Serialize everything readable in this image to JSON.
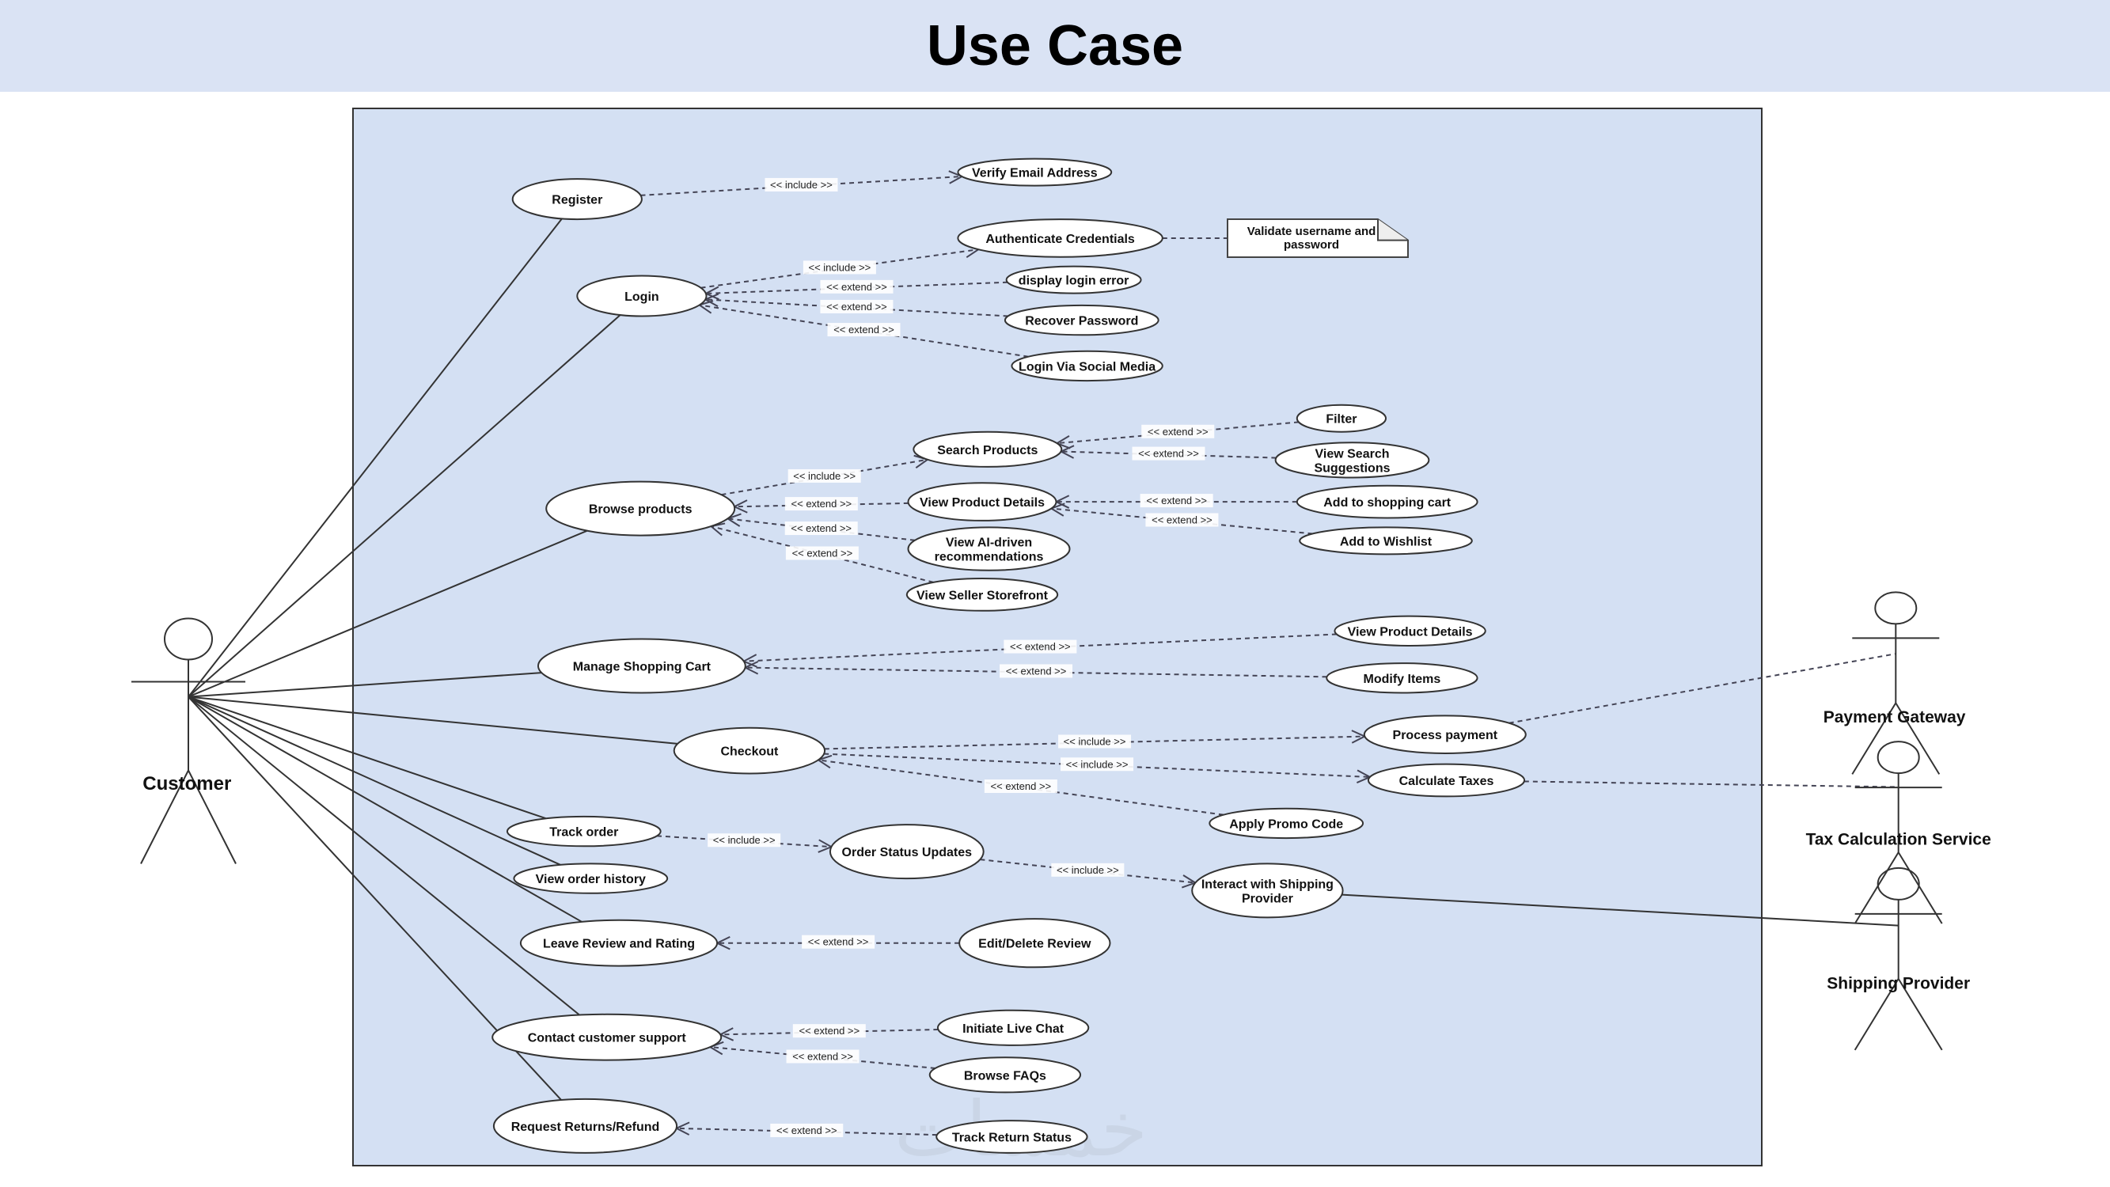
{
  "title": "Use Case",
  "colors": {
    "header_bg": "#dae3f4",
    "system_bg": "#d4e0f3",
    "line": "#333333"
  },
  "watermark": "خمسات",
  "actors": [
    {
      "id": "customer",
      "name": "Customer"
    },
    {
      "id": "payment",
      "name": "Payment Gateway"
    },
    {
      "id": "tax",
      "name": "Tax Calculation Service"
    },
    {
      "id": "shipping",
      "name": "Shipping Provider"
    }
  ],
  "use_cases": [
    {
      "id": "register",
      "label": [
        "Register"
      ]
    },
    {
      "id": "verify",
      "label": [
        "Verify Email Address"
      ]
    },
    {
      "id": "login",
      "label": [
        "Login"
      ]
    },
    {
      "id": "auth",
      "label": [
        "Authenticate Credentials"
      ]
    },
    {
      "id": "loginerr",
      "label": [
        "display login error"
      ]
    },
    {
      "id": "recover",
      "label": [
        "Recover Password"
      ]
    },
    {
      "id": "social",
      "label": [
        "Login Via Social Media"
      ]
    },
    {
      "id": "browse",
      "label": [
        "Browse products"
      ]
    },
    {
      "id": "search",
      "label": [
        "Search Products"
      ]
    },
    {
      "id": "filter",
      "label": [
        "Filter"
      ]
    },
    {
      "id": "suggest",
      "label": [
        "View Search",
        "Suggestions"
      ]
    },
    {
      "id": "details",
      "label": [
        "View Product Details"
      ]
    },
    {
      "id": "addcart",
      "label": [
        "Add to shopping cart"
      ]
    },
    {
      "id": "wishlist",
      "label": [
        "Add to Wishlist"
      ]
    },
    {
      "id": "ai",
      "label": [
        "View AI-driven",
        "recommendations"
      ]
    },
    {
      "id": "seller",
      "label": [
        "View Seller Storefront"
      ]
    },
    {
      "id": "cart",
      "label": [
        "Manage Shopping Cart"
      ]
    },
    {
      "id": "details2",
      "label": [
        "View Product Details"
      ]
    },
    {
      "id": "modify",
      "label": [
        "Modify Items"
      ]
    },
    {
      "id": "checkout",
      "label": [
        "Checkout"
      ]
    },
    {
      "id": "pay",
      "label": [
        "Process payment"
      ]
    },
    {
      "id": "taxes",
      "label": [
        "Calculate Taxes"
      ]
    },
    {
      "id": "promo",
      "label": [
        "Apply Promo Code"
      ]
    },
    {
      "id": "track",
      "label": [
        "Track order"
      ]
    },
    {
      "id": "status",
      "label": [
        "Order Status Updates"
      ]
    },
    {
      "id": "shipint",
      "label": [
        "Interact with Shipping",
        "Provider"
      ]
    },
    {
      "id": "history",
      "label": [
        "View order history"
      ]
    },
    {
      "id": "review",
      "label": [
        "Leave Review and Rating"
      ]
    },
    {
      "id": "editrev",
      "label": [
        "Edit/Delete Review"
      ]
    },
    {
      "id": "support",
      "label": [
        "Contact customer support"
      ]
    },
    {
      "id": "chat",
      "label": [
        "Initiate Live Chat"
      ]
    },
    {
      "id": "faq",
      "label": [
        "Browse FAQs"
      ]
    },
    {
      "id": "returns",
      "label": [
        "Request Returns/Refund"
      ]
    },
    {
      "id": "trackret",
      "label": [
        "Track Return Status"
      ]
    }
  ],
  "note": {
    "id": "validate",
    "lines": [
      "Validate username and",
      "password"
    ],
    "attached_to": "auth"
  },
  "associations": [
    {
      "actor": "customer",
      "use_case": "register"
    },
    {
      "actor": "customer",
      "use_case": "login"
    },
    {
      "actor": "customer",
      "use_case": "browse"
    },
    {
      "actor": "customer",
      "use_case": "cart"
    },
    {
      "actor": "customer",
      "use_case": "checkout"
    },
    {
      "actor": "customer",
      "use_case": "track"
    },
    {
      "actor": "customer",
      "use_case": "history"
    },
    {
      "actor": "customer",
      "use_case": "review"
    },
    {
      "actor": "customer",
      "use_case": "support"
    },
    {
      "actor": "customer",
      "use_case": "returns"
    },
    {
      "actor": "shipping",
      "use_case": "shipint"
    }
  ],
  "actor_dependencies": [
    {
      "actor": "payment",
      "use_case": "pay"
    },
    {
      "actor": "tax",
      "use_case": "taxes"
    }
  ],
  "relationships": [
    {
      "from": "register",
      "to": "verify",
      "type": "include",
      "label": "<< include >>"
    },
    {
      "from": "login",
      "to": "auth",
      "type": "include",
      "label": "<< include >>"
    },
    {
      "from": "loginerr",
      "to": "login",
      "type": "extend",
      "label": "<< extend >>"
    },
    {
      "from": "recover",
      "to": "login",
      "type": "extend",
      "label": "<< extend >>"
    },
    {
      "from": "social",
      "to": "login",
      "type": "extend",
      "label": "<< extend >>"
    },
    {
      "from": "browse",
      "to": "search",
      "type": "include",
      "label": "<< include >>"
    },
    {
      "from": "filter",
      "to": "search",
      "type": "extend",
      "label": "<< extend >>"
    },
    {
      "from": "suggest",
      "to": "search",
      "type": "extend",
      "label": "<< extend >>"
    },
    {
      "from": "details",
      "to": "browse",
      "type": "extend",
      "label": "<< extend >>"
    },
    {
      "from": "addcart",
      "to": "details",
      "type": "extend",
      "label": "<< extend >>"
    },
    {
      "from": "wishlist",
      "to": "details",
      "type": "extend",
      "label": "<< extend >>"
    },
    {
      "from": "ai",
      "to": "browse",
      "type": "extend",
      "label": "<< extend >>"
    },
    {
      "from": "seller",
      "to": "browse",
      "type": "extend",
      "label": "<< extend >>"
    },
    {
      "from": "details2",
      "to": "cart",
      "type": "extend",
      "label": "<< extend >>"
    },
    {
      "from": "modify",
      "to": "cart",
      "type": "extend",
      "label": "<< extend >>"
    },
    {
      "from": "checkout",
      "to": "pay",
      "type": "include",
      "label": "<< include >>"
    },
    {
      "from": "checkout",
      "to": "taxes",
      "type": "include",
      "label": "<< include >>"
    },
    {
      "from": "promo",
      "to": "checkout",
      "type": "extend",
      "label": "<< extend >>"
    },
    {
      "from": "track",
      "to": "status",
      "type": "include",
      "label": "<< include >>"
    },
    {
      "from": "status",
      "to": "shipint",
      "type": "include",
      "label": "<< include >>"
    },
    {
      "from": "editrev",
      "to": "review",
      "type": "extend",
      "label": "<< extend >>"
    },
    {
      "from": "chat",
      "to": "support",
      "type": "extend",
      "label": "<< extend >>"
    },
    {
      "from": "faq",
      "to": "support",
      "type": "extend",
      "label": "<< extend >>"
    },
    {
      "from": "trackret",
      "to": "returns",
      "type": "extend",
      "label": "<< extend >>"
    }
  ]
}
